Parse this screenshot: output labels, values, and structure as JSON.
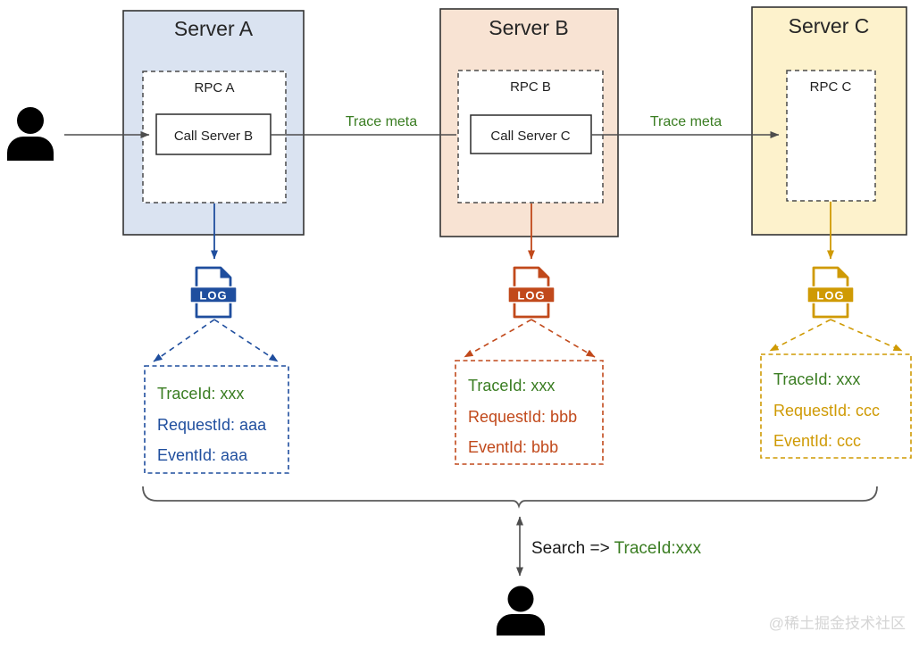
{
  "labels": {
    "trace_meta": "Trace meta"
  },
  "servers": [
    {
      "title": "Server A",
      "rpc_label": "RPC A",
      "call_label": "Call Server B",
      "log_badge": "LOG",
      "fill": "#dae3f1",
      "accent": "#1f4e9e",
      "log": {
        "trace_id": "TraceId: xxx",
        "request_id": "RequestId: aaa",
        "event_id": "EventId: aaa"
      }
    },
    {
      "title": "Server B",
      "rpc_label": "RPC B",
      "call_label": "Call Server C",
      "log_badge": "LOG",
      "fill": "#f8e3d3",
      "accent": "#c1491b",
      "log": {
        "trace_id": "TraceId: xxx",
        "request_id": "RequestId: bbb",
        "event_id": "EventId: bbb"
      }
    },
    {
      "title": "Server C",
      "rpc_label": "RPC C",
      "log_badge": "LOG",
      "fill": "#fdf2cc",
      "accent": "#cf9a04",
      "log": {
        "trace_id": "TraceId: xxx",
        "request_id": "RequestId: ccc",
        "event_id": "EventId: ccc"
      }
    }
  ],
  "search": {
    "prefix": "Search => ",
    "query": "TraceId:xxx"
  },
  "colors": {
    "trace_green": "#3a7d22",
    "connector": "#4d4d4d"
  },
  "watermark": {
    "text": "@稀土掘金技术社区"
  }
}
